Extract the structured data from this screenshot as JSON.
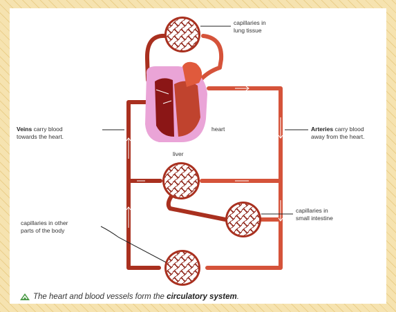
{
  "labels": {
    "lung": [
      "capillaries in",
      "lung tissue"
    ],
    "heart": "heart",
    "liver": "liver",
    "veins_bold": "Veins",
    "veins_rest": " carry blood",
    "veins_line2": "towards the heart.",
    "arteries_bold": "Arteries",
    "arteries_rest": " carry blood",
    "arteries_line2": "away from the heart.",
    "intestine": [
      "capillaries in",
      "small intestine"
    ],
    "other": [
      "capillaries in other",
      "parts of the body"
    ]
  },
  "caption": {
    "text": "The heart and blood vessels form the ",
    "bold": "circulatory system",
    "end": "."
  },
  "colors": {
    "vein": "#a9301f",
    "artery": "#d5533a",
    "heart_outline": "#e8a6d6",
    "heart_dark": "#8b1616",
    "heart_light": "#e05a3c",
    "icon": "#4a9a46",
    "background": "#f6e3b0"
  },
  "icons": {
    "caption_icon": "triangle-logo-icon"
  }
}
